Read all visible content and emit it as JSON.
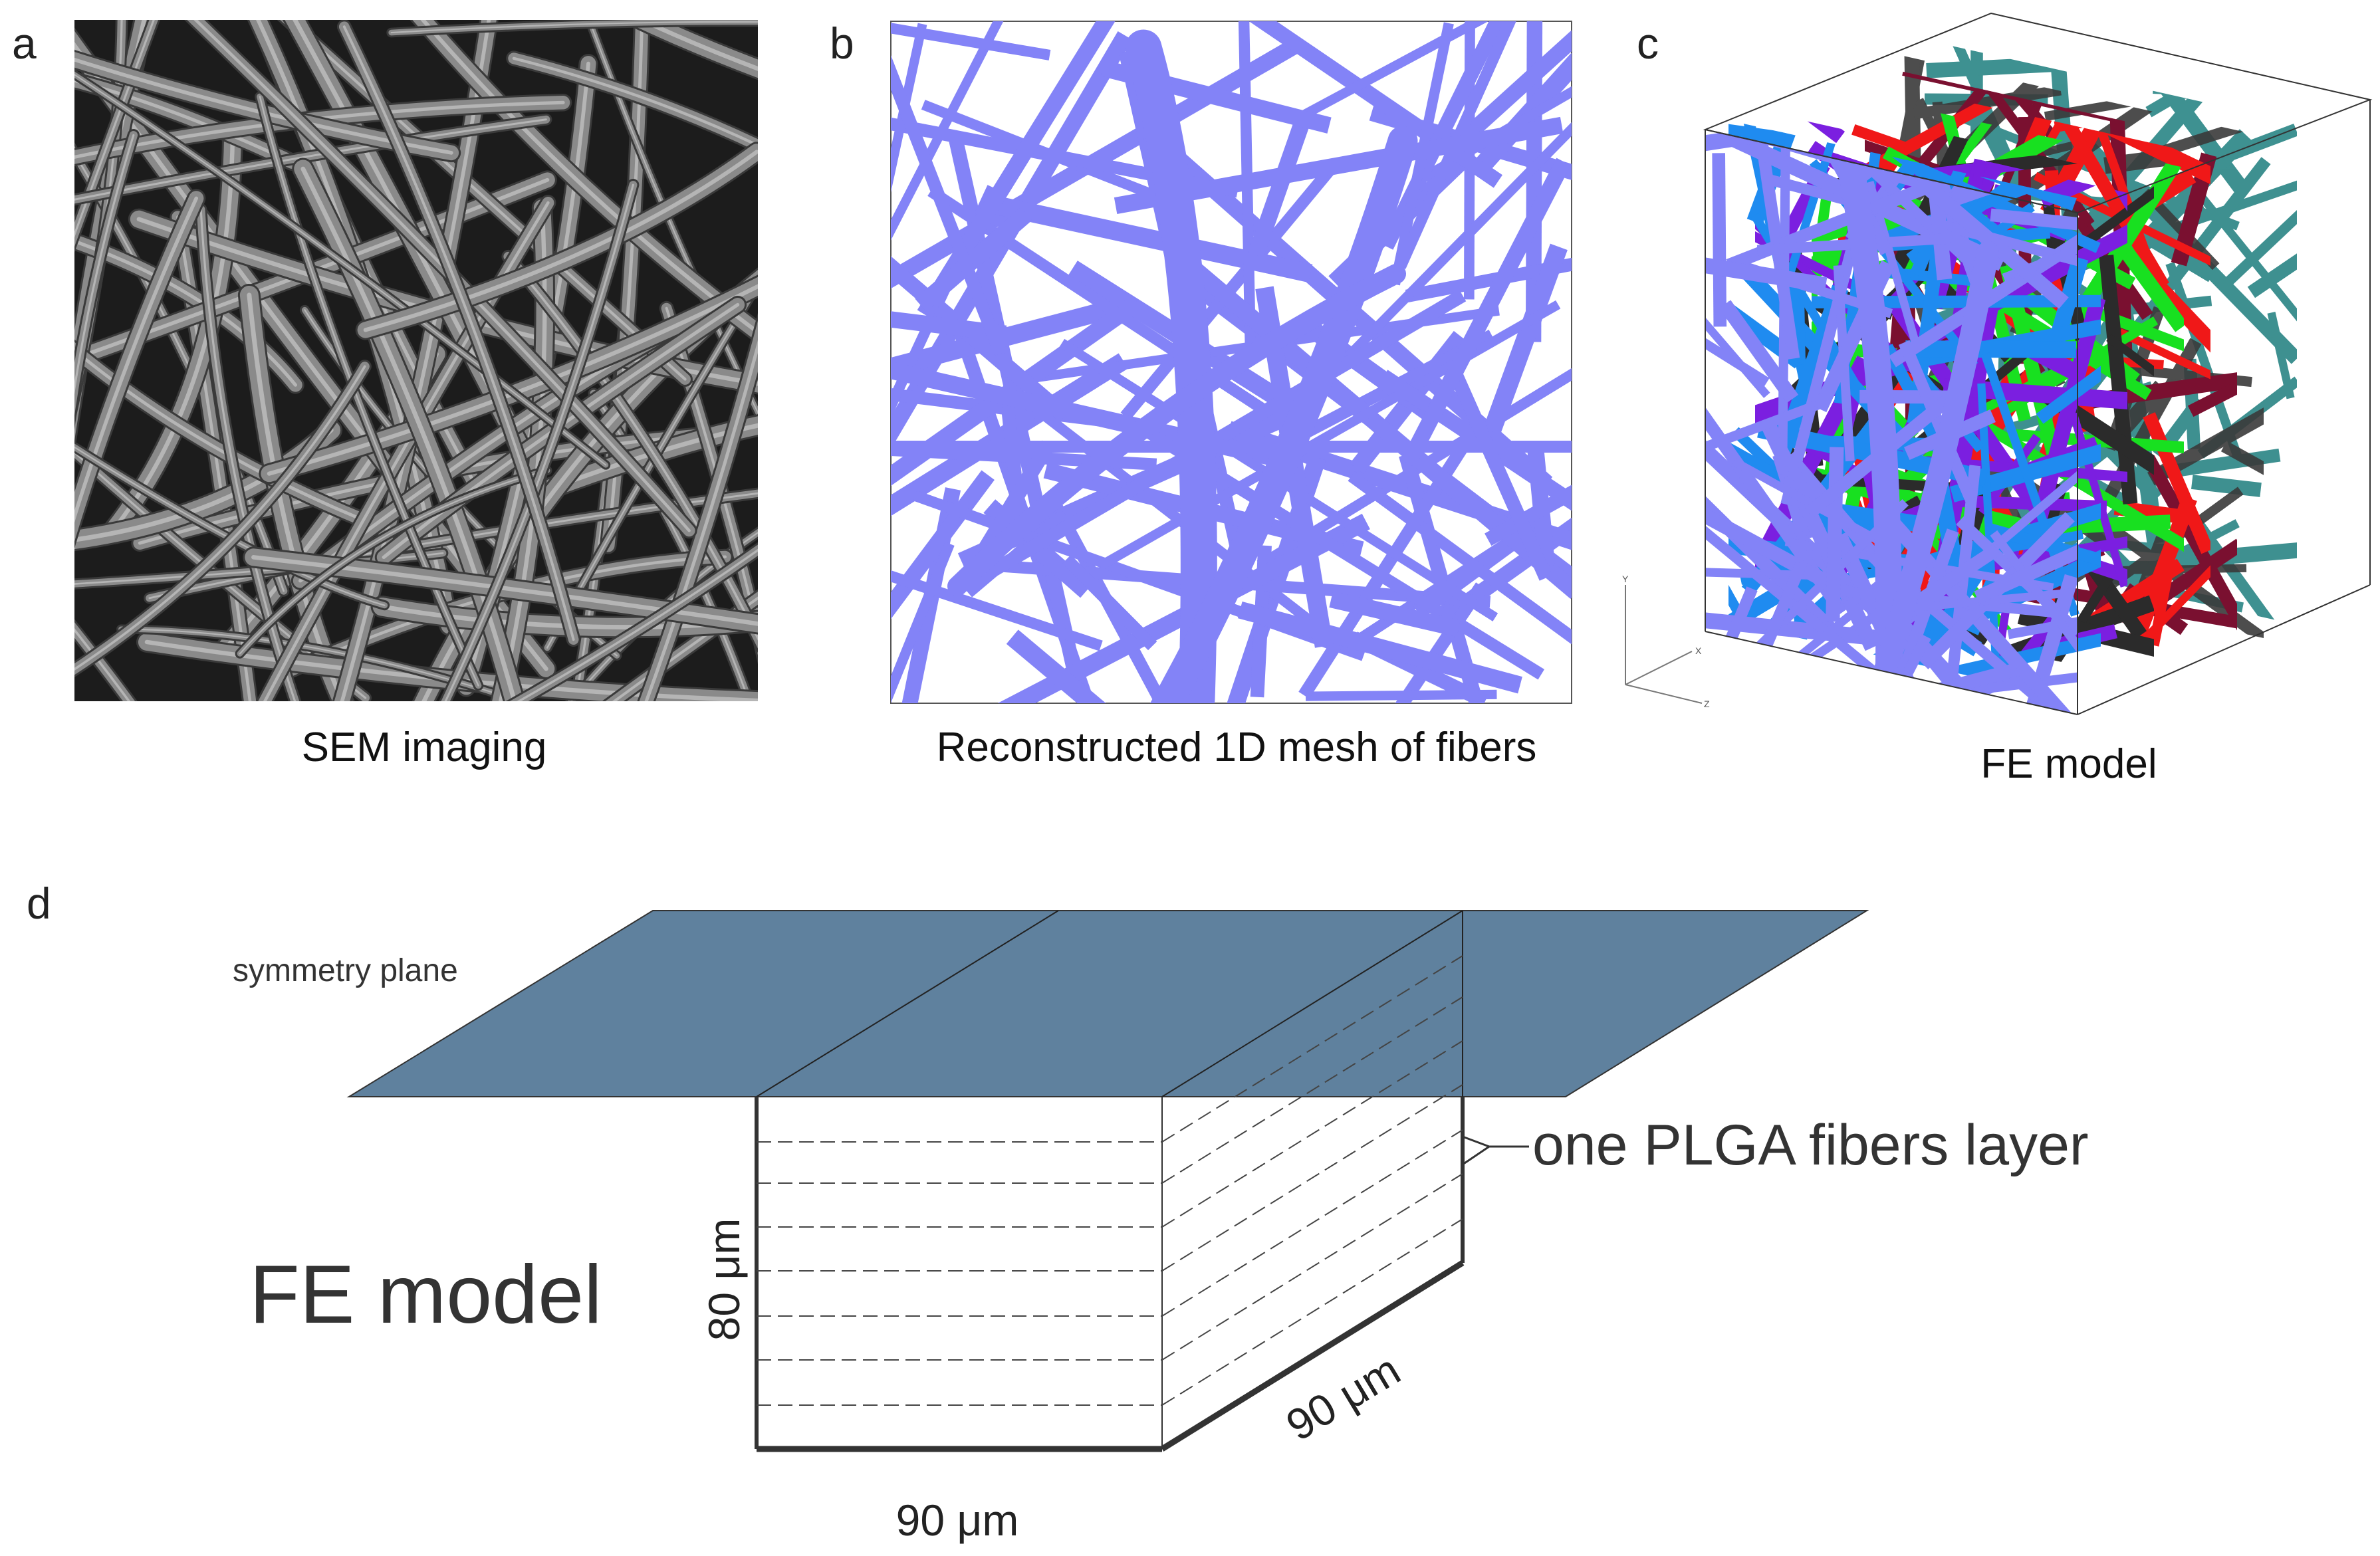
{
  "panels": {
    "a": {
      "letter": "a",
      "caption": "SEM imaging"
    },
    "b": {
      "letter": "b",
      "caption": "Reconstructed 1D mesh of fibers"
    },
    "c": {
      "letter": "c",
      "caption": "FE model"
    },
    "d": {
      "letter": "d",
      "symmetry_label": "symmetry plane",
      "model_label": "FE model",
      "layer_label": "one PLGA fibers layer",
      "height_dim": "80 μm",
      "width_dim": "90 μm",
      "depth_dim": "90 μm"
    }
  },
  "axes_labels": {
    "y": "Y",
    "x": "X",
    "z": "Z"
  },
  "colors": {
    "fiber": "#8383f7",
    "sem_bg": "#1c1c1c",
    "sem_fiber": "#8a8a8a",
    "plane": "#5f819e",
    "layer_colors": [
      "#1f8bf0",
      "#7b1fe0",
      "#2b2b2b",
      "#18e020",
      "#f01818",
      "#7a1030",
      "#3a3a3a",
      "#2a8585"
    ]
  }
}
